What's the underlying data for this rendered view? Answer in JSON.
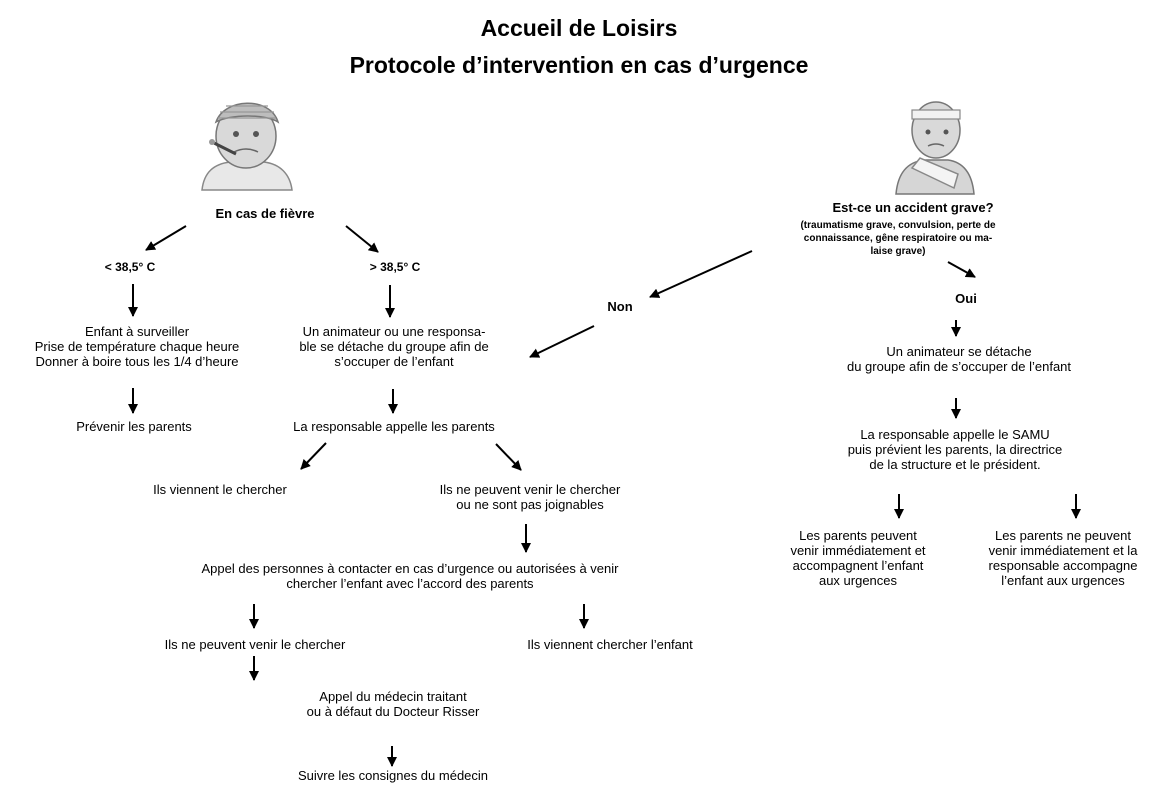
{
  "title": {
    "line1": "Accueil de Loisirs",
    "line2": "Protocole d’intervention en cas d’urgence"
  },
  "fever": {
    "heading": "En cas de fièvre",
    "low_label": "< 38,5° C",
    "high_label": "> 38,5° C",
    "low_watch": "Enfant à surveiller\nPrise de température chaque heure\nDonner à boire tous les 1/4 d’heure",
    "low_notify": "Prévenir les parents",
    "high_animator": "Un animateur ou une responsa-\nble se détache du groupe afin de\ns’occuper de l’enfant",
    "call_parents": "La responsable appelle les parents",
    "they_come": "Ils viennent le chercher",
    "cannot_come": "Ils ne peuvent venir le chercher\nou ne sont pas joignables",
    "call_contacts": "Appel des personnes à contacter en cas d’urgence ou autorisées à venir\nchercher l’enfant avec l’accord des parents",
    "contacts_cannot": "Ils ne peuvent venir le chercher",
    "contacts_come": "Ils viennent chercher l’enfant",
    "call_doctor": "Appel du médecin traitant\nou à défaut du Docteur Risser",
    "follow_doctor": "Suivre les consignes du médecin"
  },
  "accident": {
    "question": "Est-ce un accident grave?",
    "question_detail": "(traumatisme grave, convulsion, perte de\nconnaissance, gêne respiratoire ou ma-\nlaise grave)",
    "no_label": "Non",
    "yes_label": "Oui",
    "animator": "Un animateur se détache\ndu groupe afin de s’occuper de l’enfant",
    "call_samu": "La responsable appelle le SAMU\npuis prévient les parents, la directrice\nde la structure et le président.",
    "parents_can": "Les parents peuvent\nvenir immédiatement et\naccompagnent l’enfant\naux urgences",
    "parents_cannot": "Les parents ne peuvent\nvenir immédiatement et la\nresponsable accompagne\nl’enfant aux urgences"
  },
  "icons": {
    "fever_child": "sick-child-thermometer-icon",
    "injured_child": "injured-child-sling-icon"
  }
}
